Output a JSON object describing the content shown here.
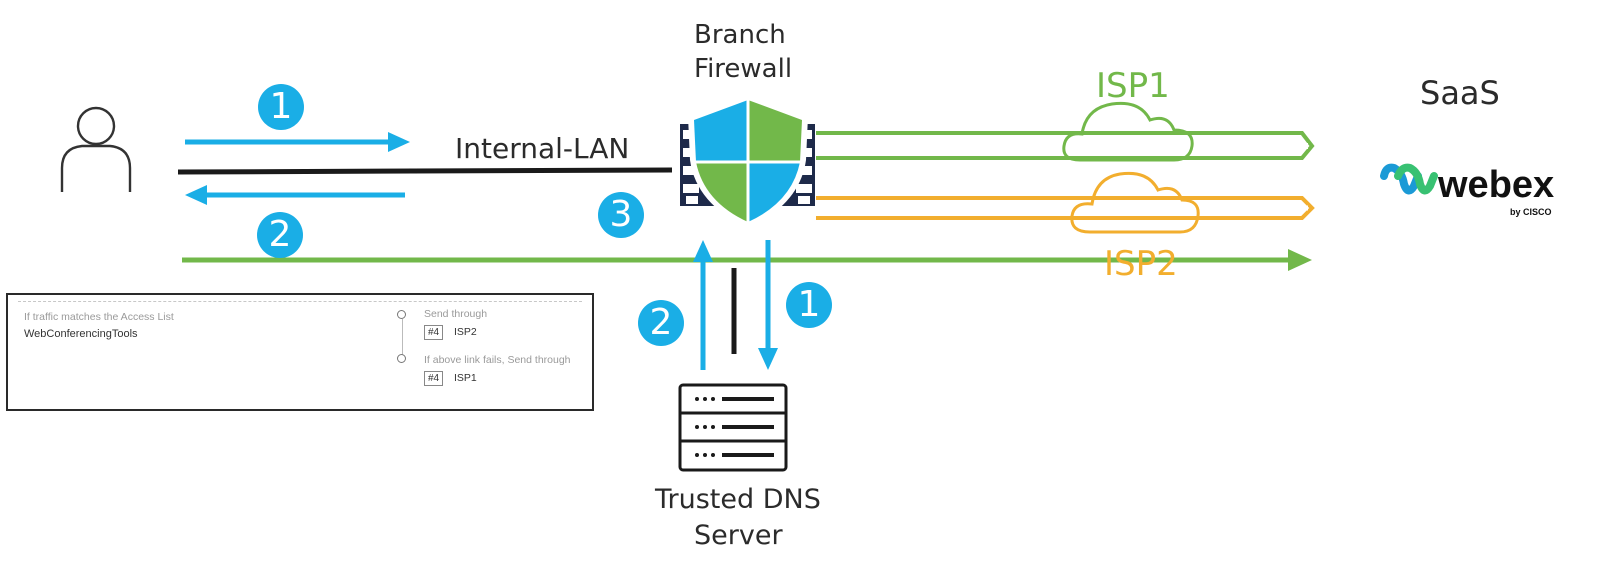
{
  "labels": {
    "firewall_line1": "Branch",
    "firewall_line2": "Firewall",
    "internal_lan": "Internal-LAN",
    "isp1": "ISP1",
    "isp2": "ISP2",
    "saas": "SaaS",
    "dns_line1": "Trusted DNS",
    "dns_line2": "Server",
    "webex_word": "webex",
    "webex_by": "by CISCO"
  },
  "steps": {
    "left_top": "1",
    "left_bottom": "2",
    "middle": "3",
    "dns_left": "2",
    "dns_right": "1"
  },
  "policy": {
    "condition_label": "If traffic matches the Access List",
    "access_list": "WebConferencingTools",
    "primary_label": "Send through",
    "primary_tag": "#4",
    "primary_link": "ISP2",
    "fallback_label": "If above link fails, Send through",
    "fallback_tag": "#4",
    "fallback_link": "ISP1"
  },
  "colors": {
    "blue": "#1aaee6",
    "green": "#72b84a",
    "orange": "#f2ae2e",
    "black": "#1a1a1a",
    "shield_blue": "#1aaee6",
    "shield_green": "#72b84a",
    "navy": "#1e2a4a"
  },
  "icons": {
    "user": "user-icon",
    "firewall": "firewall-shield-icon",
    "cloud": "cloud-icon",
    "server": "server-icon",
    "webex": "webex-logo"
  }
}
